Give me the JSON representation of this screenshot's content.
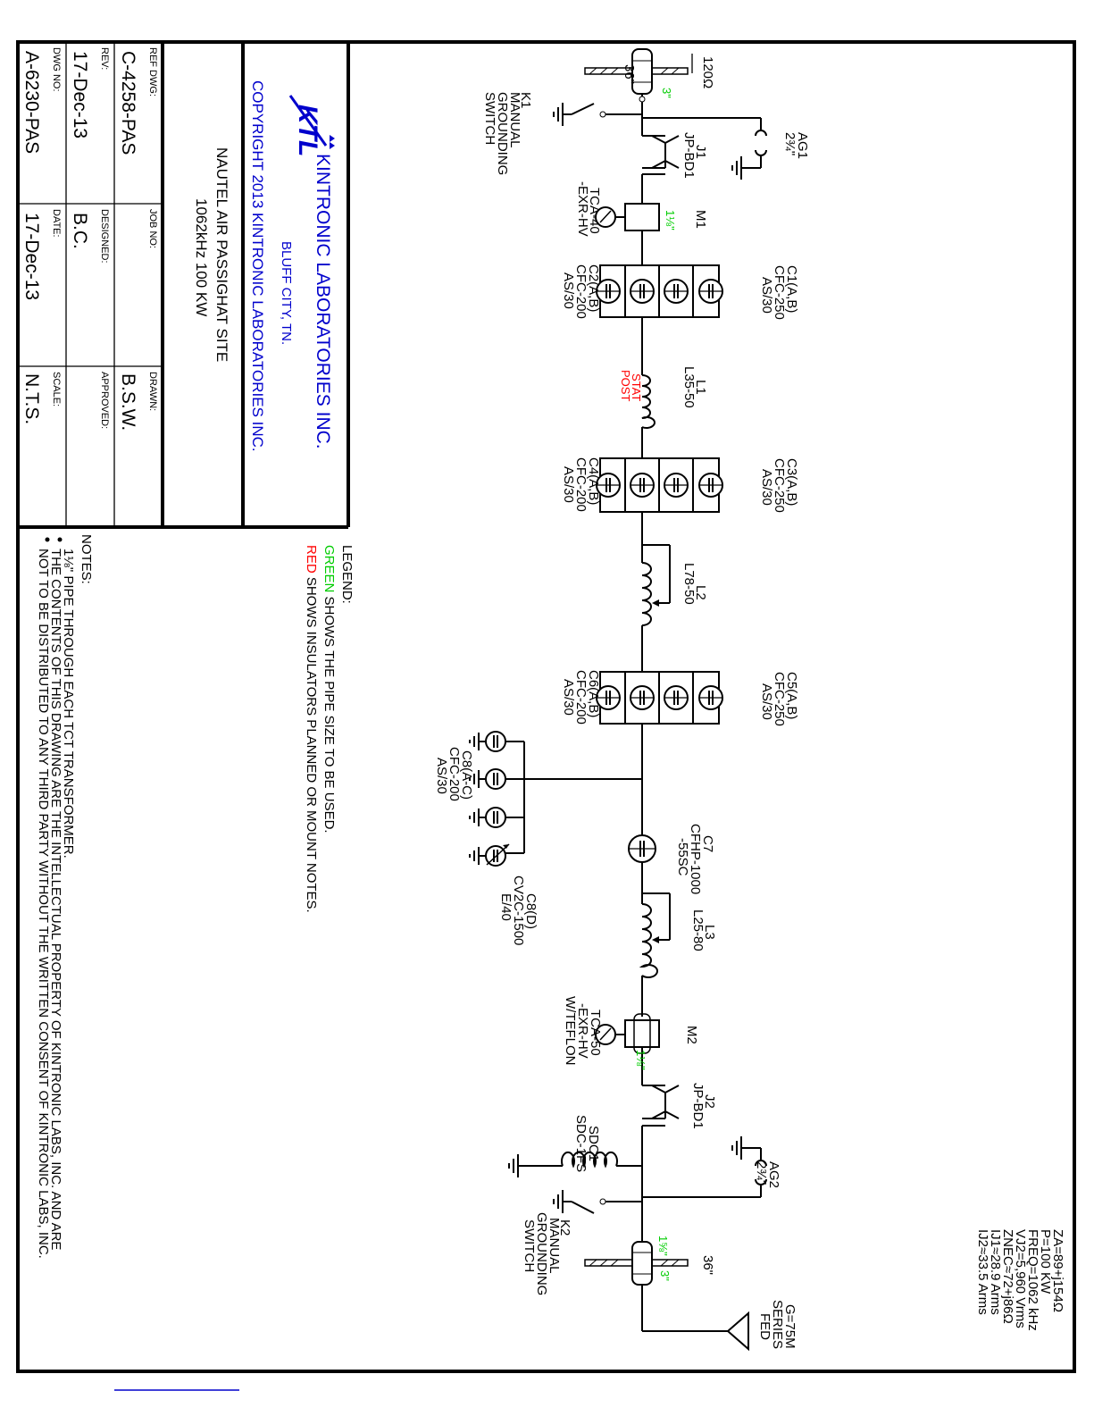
{
  "title_block": {
    "company": "KINTRONIC LABORATORIES INC.",
    "city": "BLUFF CITY, TN.",
    "copyright": "COPYRIGHT 2013  KINTRONIC LABORATORIES INC.",
    "project_line1": "NAUTEL AIR PASSIGHAT SITE",
    "project_line2": "1062kHz  100  KW",
    "ref_dwg_label": "REF DWG:",
    "ref_dwg": "C-4258-PAS",
    "job_no_label": "JOB NO:",
    "drawn_label": "DRAWN:",
    "drawn": "B.S.W.",
    "rev_label": "REV:",
    "rev": "17-Dec-13",
    "designed_label": "DESIGNED:",
    "designed": "B.C.",
    "approved_label": "APPROVED:",
    "dwg_no_label": "DWG NO:",
    "dwg_no": "A-6230-PAS",
    "date_label": "DATE:",
    "date": "17-Dec-13",
    "scale_label": "SCALE:",
    "scale": "N.T.S."
  },
  "legend": {
    "heading": "LEGEND:",
    "green_word": "GREEN",
    "green_text": " SHOWS THE PIPE SIZE TO BE USED.",
    "red_word": "RED",
    "red_text": " SHOWS INSULATORS PLANNED OR MOUNT NOTES."
  },
  "notes": {
    "heading": "NOTES:",
    "note1": "1⅛\" PIPE THROUGH EACH TCT TRANSFORMER.",
    "note2a": "THE CONTENTS OF THIS DRAWING ARE THE INTELLECTUAL PROPERTY OF KINTRONIC LABS, INC. AND ARE",
    "note2b": "NOT TO BE DISTRIBUTED TO ANY THIRD PARTY WITHOUT THE WRITTEN CONSENT OF KINTRONIC LABS, INC."
  },
  "specs": [
    "ZA=89+j154Ω",
    "P=100 KW",
    "FREQ=1062 kHz",
    "VJ2=5,960 Vrms",
    "ZNEC≈72+j86Ω",
    "IJ1≈28.9 Arms",
    "IJ2≈33.5 Arms"
  ],
  "tower": [
    "G=75M",
    "SERIES",
    "FED"
  ],
  "line_label": "120Ω",
  "pipe_36a": "36\"",
  "pipe_36b": "36\"",
  "green_3a": "3\"",
  "green_3b": "3\"",
  "green_118a": "1⅛\"",
  "green_118b": "1⅛\"",
  "green_158": "1⅝\"",
  "k1": [
    "K1",
    "MANUAL",
    "GROUNDING",
    "SWITCH"
  ],
  "k2": [
    "K2",
    "MANUAL",
    "GROUNDING",
    "SWITCH"
  ],
  "ag1": [
    "AG1",
    "2¾\""
  ],
  "ag2": [
    "AG2",
    "2¾\""
  ],
  "j1": [
    "J1",
    "JP-BD1"
  ],
  "j2": [
    "J2",
    "JP-BD1"
  ],
  "m1": "M1",
  "m1_tca": [
    "TCA-40",
    "-EXR-HV"
  ],
  "m2": "M2",
  "m2_tca": [
    "TCA-50",
    "-EXR-HV",
    "W/TEFLON"
  ],
  "c1": [
    "C1(A,B)",
    "CFC-250",
    "AS/30"
  ],
  "c2": [
    "C2(A,B)",
    "CFC-200",
    "AS/30"
  ],
  "c3": [
    "C3(A,B)",
    "CFC-250",
    "AS/30"
  ],
  "c4": [
    "C4(A,B)",
    "CFC-200",
    "AS/30"
  ],
  "c5": [
    "C5(A,B)",
    "CFC-250",
    "AS/30"
  ],
  "c6": [
    "C6(A,B)",
    "CFC-200",
    "AS/30"
  ],
  "c7": [
    "C7",
    "CFHP-1000",
    "-55SC"
  ],
  "c8ac": [
    "C8(A-C)",
    "CFC-200",
    "AS/30"
  ],
  "c8d": [
    "C8(D)",
    "CV2C-1500",
    "E/40"
  ],
  "l1": [
    "L1",
    "L35-50"
  ],
  "l1_red": [
    "STAT",
    "POST"
  ],
  "l2": [
    "L2",
    "L78-50"
  ],
  "l3": [
    "L3",
    "L25-80"
  ],
  "sdc1": [
    "SDC1",
    "SDC-1FS"
  ]
}
